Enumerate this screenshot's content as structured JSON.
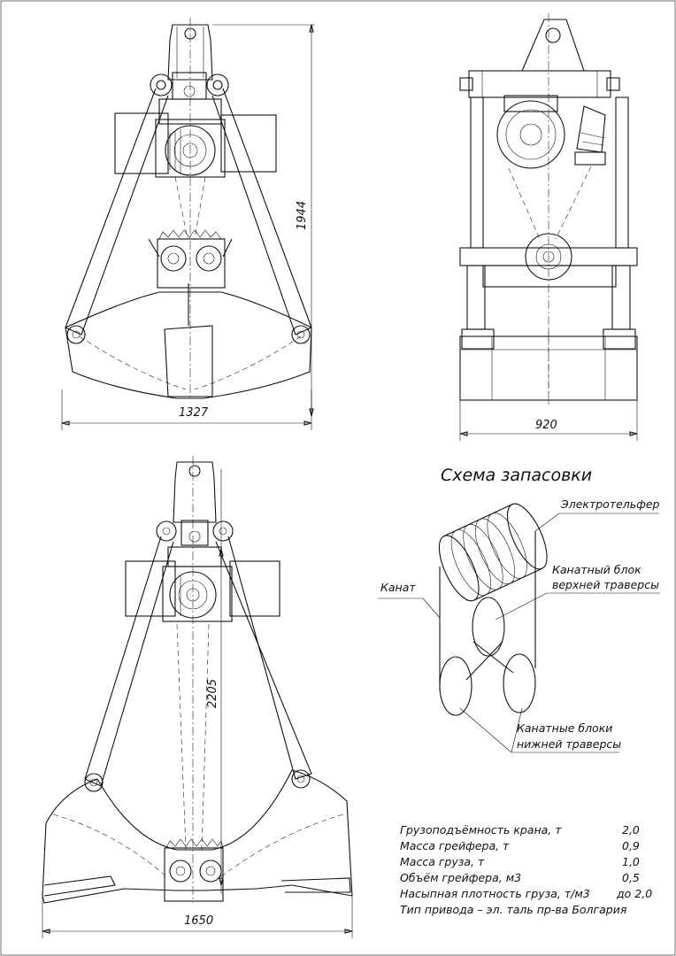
{
  "dimensions": {
    "top_left_height": "1944",
    "top_left_width": "1327",
    "top_right_width": "920",
    "bottom_height": "2205",
    "bottom_width": "1650"
  },
  "scheme": {
    "title": "Схема запасовки",
    "labels": {
      "hoist": "Электротельфер",
      "rope": "Канат",
      "upper_block_1": "Канатный блок",
      "upper_block_2": "верхней траверсы",
      "lower_block_1": "Канатные блоки",
      "lower_block_2": "нижней траверсы"
    }
  },
  "specs": [
    {
      "label": "Грузоподъёмность крана, т",
      "value": "2,0"
    },
    {
      "label": "Масса грейфера, т",
      "value": "0,9"
    },
    {
      "label": "Масса груза, т",
      "value": "1,0"
    },
    {
      "label": "Объём грейфера, м3",
      "value": "0,5"
    },
    {
      "label": "Насыпная плотность груза, т/м3",
      "value": "до 2,0"
    },
    {
      "label": "Тип привода – эл. таль пр-ва Болгария",
      "value": ""
    }
  ]
}
